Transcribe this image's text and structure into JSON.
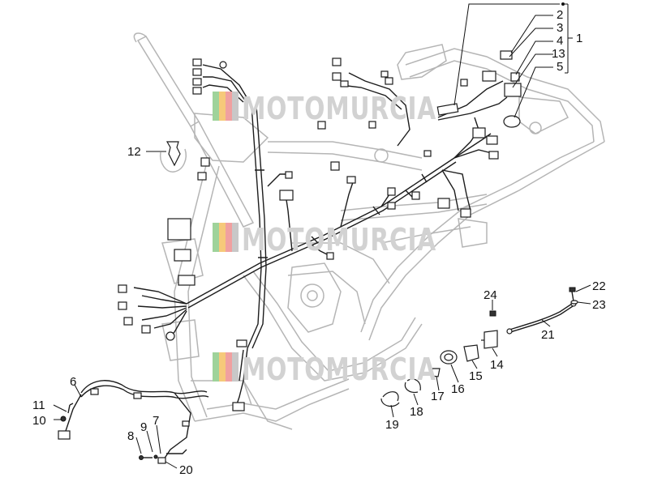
{
  "watermark": {
    "text": "MOTOMURCIA",
    "stripe_colors": [
      "#9fd39a",
      "#f6c97a",
      "#f0a0a0",
      "#c8c8c8"
    ]
  },
  "labels": {
    "l1": "1",
    "l2": "2",
    "l3": "3",
    "l4": "4",
    "l5": "5",
    "l6": "6",
    "l7": "7",
    "l8": "8",
    "l9": "9",
    "l10": "10",
    "l11": "11",
    "l12": "12",
    "l13": "13",
    "l14": "14",
    "l15": "15",
    "l16": "16",
    "l17": "17",
    "l18": "18",
    "l19": "19",
    "l20": "20",
    "l21": "21",
    "l22": "22",
    "l23": "23",
    "l24": "24"
  }
}
